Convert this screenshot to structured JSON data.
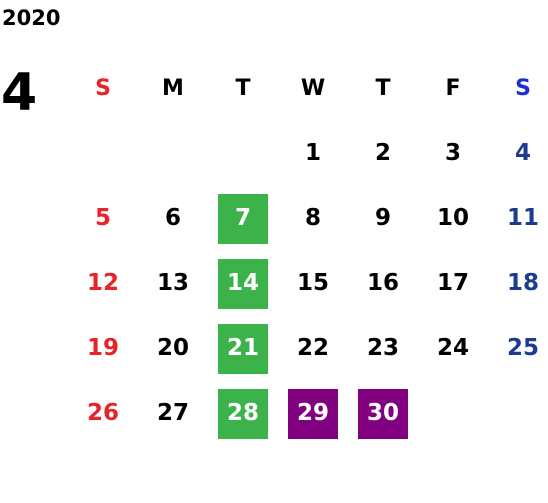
{
  "calendar": {
    "year": "2020",
    "month": "4",
    "weekdays": [
      "S",
      "M",
      "T",
      "W",
      "T",
      "F",
      "S"
    ],
    "weeks": [
      [
        "",
        "",
        "",
        "1",
        "2",
        "3",
        "4"
      ],
      [
        "5",
        "6",
        "7",
        "8",
        "9",
        "10",
        "11"
      ],
      [
        "12",
        "13",
        "14",
        "15",
        "16",
        "17",
        "18"
      ],
      [
        "19",
        "20",
        "21",
        "22",
        "23",
        "24",
        "25"
      ],
      [
        "26",
        "27",
        "28",
        "29",
        "30",
        "",
        ""
      ]
    ],
    "highlighted_green": [
      "7",
      "14",
      "21",
      "28"
    ],
    "highlighted_purple": [
      "29",
      "30"
    ]
  },
  "colors": {
    "sunday": "#e8232a",
    "saturday": "#1d3b8f",
    "saturday_header": "#1a2fd0",
    "green_highlight": "#3bb34a",
    "purple_highlight": "#800080"
  }
}
